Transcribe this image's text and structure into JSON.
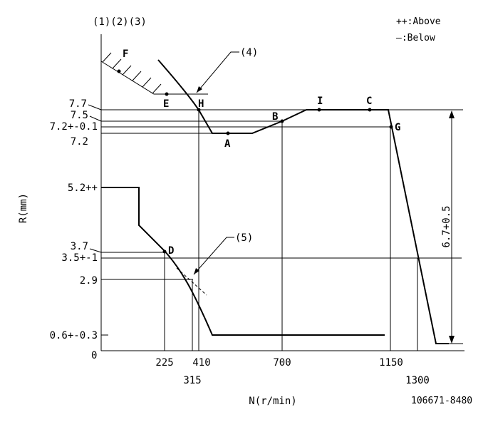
{
  "header": {
    "figure_refs": "(1)(2)(3)"
  },
  "legend": {
    "above": "++:Above",
    "below": "—:Below"
  },
  "axes": {
    "y_label": "R(mm)",
    "x_label": "N(r/min)",
    "origin": "0",
    "y_ticks": [
      "7.7",
      "7.5",
      "7.2+-0.1",
      "7.2",
      "5.2++",
      "3.7",
      "3.5+-1",
      "2.9",
      "0.6+-0.3"
    ],
    "x_ticks": [
      "225",
      "410",
      "315",
      "700",
      "1150",
      "1300"
    ]
  },
  "points": {
    "F": "F",
    "E": "E",
    "H": "H",
    "A": "A",
    "B": "B",
    "I": "I",
    "C": "C",
    "G": "G",
    "D": "D"
  },
  "notes": {
    "n4": "(4)",
    "n5": "(5)"
  },
  "dimension": {
    "label": "6.7+0.5"
  },
  "footer": {
    "doc_id": "106671-8480"
  }
}
